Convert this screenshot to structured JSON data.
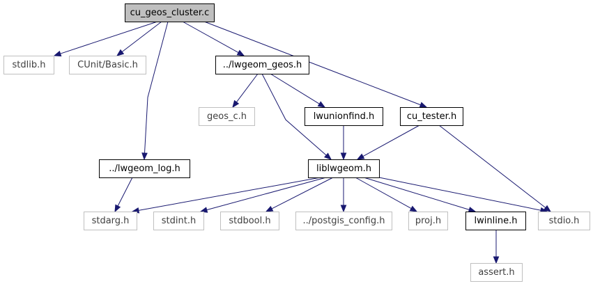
{
  "colors": {
    "edge": "#191970",
    "node_border": "#000000",
    "external_border": "#bfbfbf",
    "external_text": "#3f3f3f",
    "node_text": "#000000",
    "highlight_fill": "#bfbfbf",
    "fill": "#ffffff"
  },
  "nodes": [
    {
      "id": "cu_geos_cluster",
      "label": "cu_geos_cluster.c",
      "kind": "highlight"
    },
    {
      "id": "stdlib",
      "label": "stdlib.h",
      "kind": "external"
    },
    {
      "id": "cunit_basic",
      "label": "CUnit/Basic.h",
      "kind": "external"
    },
    {
      "id": "lwgeom_geos",
      "label": "../lwgeom_geos.h",
      "kind": "internal"
    },
    {
      "id": "cu_tester",
      "label": "cu_tester.h",
      "kind": "internal"
    },
    {
      "id": "geos_c",
      "label": "geos_c.h",
      "kind": "external"
    },
    {
      "id": "lwunionfind",
      "label": "lwunionfind.h",
      "kind": "internal"
    },
    {
      "id": "lwgeom_log",
      "label": "../lwgeom_log.h",
      "kind": "internal"
    },
    {
      "id": "liblwgeom",
      "label": "liblwgeom.h",
      "kind": "internal"
    },
    {
      "id": "stdarg",
      "label": "stdarg.h",
      "kind": "external"
    },
    {
      "id": "stdint",
      "label": "stdint.h",
      "kind": "external"
    },
    {
      "id": "stdbool",
      "label": "stdbool.h",
      "kind": "external"
    },
    {
      "id": "postgis_config",
      "label": "../postgis_config.h",
      "kind": "external"
    },
    {
      "id": "proj",
      "label": "proj.h",
      "kind": "external"
    },
    {
      "id": "lwinline",
      "label": "lwinline.h",
      "kind": "internal"
    },
    {
      "id": "stdio",
      "label": "stdio.h",
      "kind": "external"
    },
    {
      "id": "assert",
      "label": "assert.h",
      "kind": "external"
    }
  ],
  "edges": [
    {
      "from": "cu_geos_cluster",
      "to": "stdlib"
    },
    {
      "from": "cu_geos_cluster",
      "to": "cunit_basic"
    },
    {
      "from": "cu_geos_cluster",
      "to": "lwgeom_log"
    },
    {
      "from": "cu_geos_cluster",
      "to": "lwgeom_geos"
    },
    {
      "from": "cu_geos_cluster",
      "to": "cu_tester"
    },
    {
      "from": "lwgeom_geos",
      "to": "geos_c"
    },
    {
      "from": "lwgeom_geos",
      "to": "lwunionfind"
    },
    {
      "from": "lwgeom_geos",
      "to": "liblwgeom"
    },
    {
      "from": "lwunionfind",
      "to": "liblwgeom"
    },
    {
      "from": "cu_tester",
      "to": "liblwgeom"
    },
    {
      "from": "cu_tester",
      "to": "stdio"
    },
    {
      "from": "lwgeom_log",
      "to": "stdarg"
    },
    {
      "from": "liblwgeom",
      "to": "stdarg"
    },
    {
      "from": "liblwgeom",
      "to": "stdint"
    },
    {
      "from": "liblwgeom",
      "to": "stdbool"
    },
    {
      "from": "liblwgeom",
      "to": "postgis_config"
    },
    {
      "from": "liblwgeom",
      "to": "proj"
    },
    {
      "from": "liblwgeom",
      "to": "lwinline"
    },
    {
      "from": "liblwgeom",
      "to": "stdio"
    },
    {
      "from": "lwinline",
      "to": "assert"
    }
  ]
}
